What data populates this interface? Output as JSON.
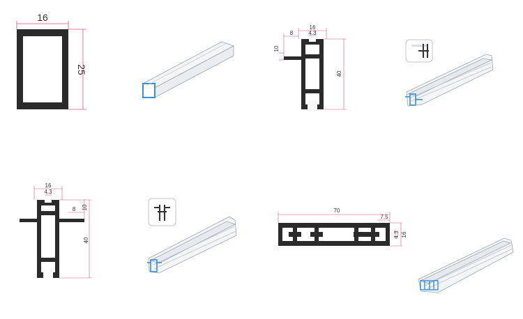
{
  "colors": {
    "profile_fill": "#2b2b2b",
    "dimension_line": "#e0527a",
    "iso_stroke": "#9aa7b0",
    "iso_face": "#f3f5f7",
    "iso_end_accent": "#3a8fd6"
  },
  "icon_names": [
    "profile-inset-icon-1",
    "profile-inset-icon-2"
  ],
  "profiles": [
    {
      "name": "rectangular-tube",
      "dimensions": {
        "width": "16",
        "height": "25"
      }
    },
    {
      "name": "single-fin-profile",
      "dimensions": {
        "width": "16",
        "slot": "4.3",
        "fin": "8",
        "fin_thickness": "10",
        "height": "40"
      }
    },
    {
      "name": "double-fin-profile",
      "dimensions": {
        "width": "16",
        "slot": "4.3",
        "fin": "8",
        "fin_thickness": "10",
        "height": "40"
      }
    },
    {
      "name": "wide-flat-profile",
      "dimensions": {
        "width": "70",
        "end": "7.5",
        "slot": "4.3",
        "height": "16"
      }
    }
  ]
}
